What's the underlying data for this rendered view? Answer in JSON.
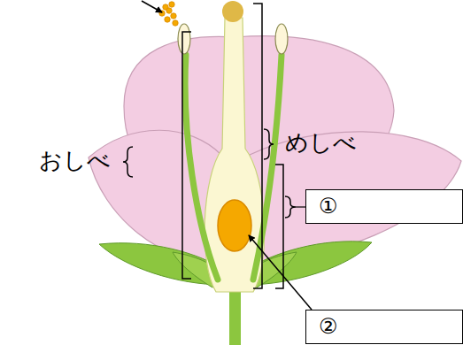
{
  "diagram": {
    "nodes": [
      {
        "text": [
          "①"
        ]
      },
      {
        "text": [
          "②"
        ]
      }
    ],
    "labels": [
      "おしべ",
      "めしべ"
    ]
  }
}
